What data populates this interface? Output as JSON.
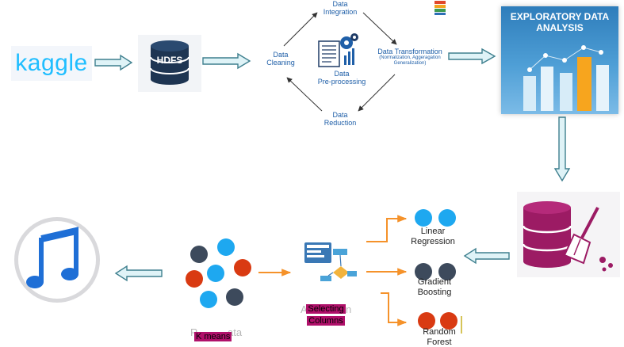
{
  "source": {
    "logo_text": "kaggle"
  },
  "storage": {
    "label": "HDFS"
  },
  "preprocessing": {
    "center_line1": "Data",
    "center_line2": "Pre-processing",
    "integration_line1": "Data",
    "integration_line2": "Integration",
    "transformation_title": "Data Transformation",
    "transformation_sub1": "(Normalization, Aggeragation",
    "transformation_sub2": "Generalization)",
    "reduction_line1": "Data",
    "reduction_line2": "Reduction",
    "cleaning_line1": "Data",
    "cleaning_line2": "Cleaning"
  },
  "eda": {
    "title_line1": "EXPLORATORY DATA",
    "title_line2": "ANALYSIS"
  },
  "models": [
    {
      "line1": "Linear",
      "line2": "Regression"
    },
    {
      "line1": "Gradient",
      "line2": "Boosting"
    },
    {
      "line1": "Random",
      "line2": "Forest"
    }
  ],
  "selection": {
    "overlay_line1": "Selecting",
    "overlay_line2": "Columns",
    "under_left": "A",
    "under_right": "n"
  },
  "clustering": {
    "overlay": "K means",
    "under_left": "R",
    "under_right": "ata"
  },
  "colors": {
    "arrow_outline": "#3e7f8e",
    "arrow_fill": "#dff3f7",
    "orange": "#f5922a",
    "blue_dot": "#1ea8f0",
    "red_dot": "#d93a12",
    "dark_dot": "#3d4a5c",
    "highlight": "#b0106a",
    "db_purple": "#9c1b64"
  },
  "icons": [
    "hdfs-database-icon",
    "preprocessing-gear-icon",
    "eda-bar-chart-icon",
    "database-clean-icon",
    "selection-flowchart-icon",
    "music-app-icon"
  ]
}
